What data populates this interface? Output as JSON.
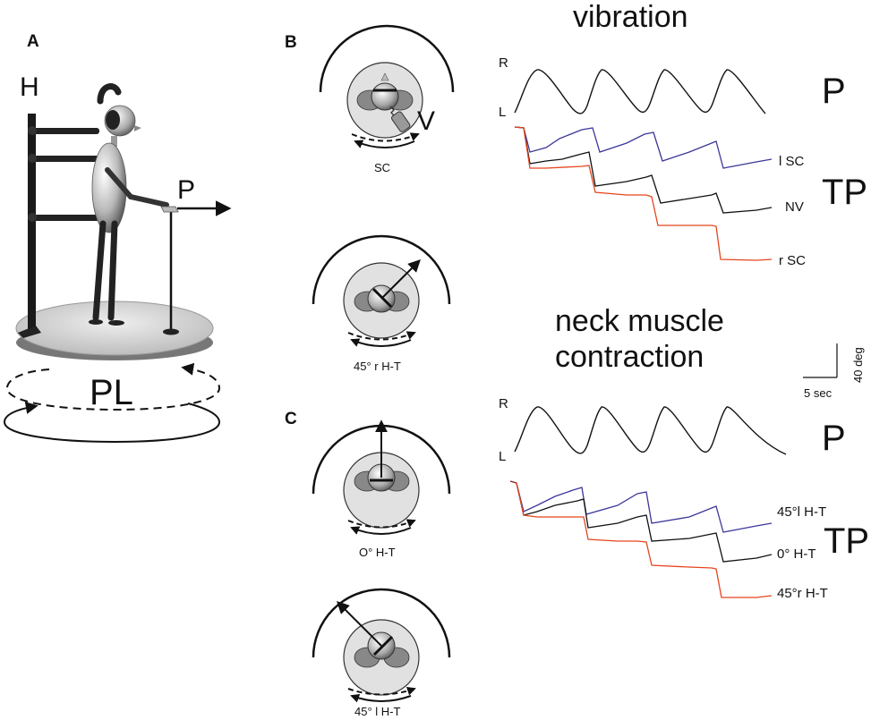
{
  "panels": {
    "a": "A",
    "b": "B",
    "c": "C"
  },
  "setup": {
    "h_label": "H",
    "p_label": "P",
    "pl_label": "PL"
  },
  "orientations": {
    "vib": {
      "v_label": "V",
      "sc_label": "SC"
    },
    "right45": "45° r H-T",
    "zero": "O° H-T",
    "left45": "45° l H-T"
  },
  "vibration": {
    "title": "vibration",
    "r": "R",
    "l": "L",
    "p": "P",
    "tp": "TP",
    "series": [
      {
        "name": "l SC",
        "color": "#3b3799"
      },
      {
        "name": "NV",
        "color": "#111111"
      },
      {
        "name": "r SC",
        "color": "#e6451e"
      }
    ]
  },
  "neck": {
    "title1": "neck muscle",
    "title2": "contraction",
    "r": "R",
    "l": "L",
    "p": "P",
    "tp": "TP",
    "series": [
      {
        "name": "45°l H-T",
        "color": "#3b3799"
      },
      {
        "name": "0° H-T",
        "color": "#111111"
      },
      {
        "name": "45°r H-T",
        "color": "#e6451e"
      }
    ]
  },
  "scalebar": {
    "x": "5 sec",
    "y": "40 deg"
  }
}
